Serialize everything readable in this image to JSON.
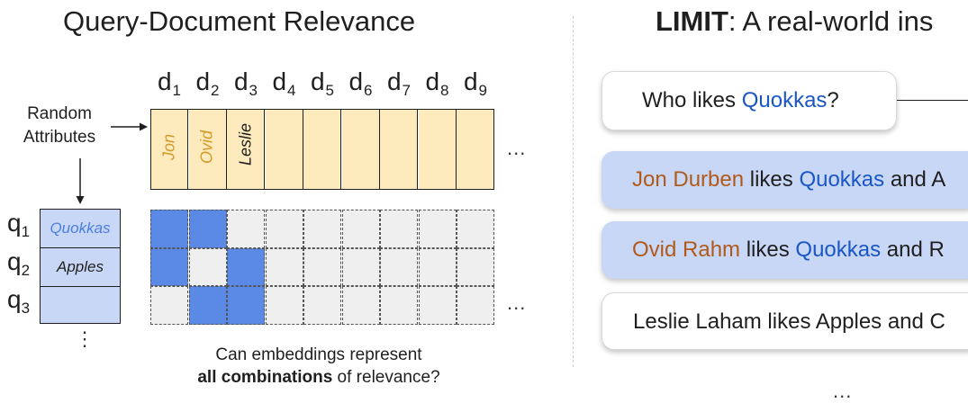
{
  "left_title": "Query-Document Relevance",
  "right_title": {
    "bold": "LIMIT",
    "rest": ": A real-world ins"
  },
  "doc_labels": [
    {
      "base": "d",
      "sub": "1"
    },
    {
      "base": "d",
      "sub": "2"
    },
    {
      "base": "d",
      "sub": "3"
    },
    {
      "base": "d",
      "sub": "4"
    },
    {
      "base": "d",
      "sub": "5"
    },
    {
      "base": "d",
      "sub": "6"
    },
    {
      "base": "d",
      "sub": "7"
    },
    {
      "base": "d",
      "sub": "8"
    },
    {
      "base": "d",
      "sub": "9"
    }
  ],
  "attributes_label": "Random\nAttributes",
  "doc_attributes": [
    "Jon",
    "Ovid",
    "Leslie"
  ],
  "ellipsis": "...",
  "vertical_ellipsis": "⋮",
  "query_labels": [
    {
      "base": "q",
      "sub": "1"
    },
    {
      "base": "q",
      "sub": "2"
    },
    {
      "base": "q",
      "sub": "3"
    }
  ],
  "query_attributes": [
    "Quokkas",
    "Apples",
    ""
  ],
  "relevance_matrix": [
    [
      1,
      1,
      0,
      0,
      0,
      0,
      0,
      0,
      0
    ],
    [
      1,
      0,
      1,
      0,
      0,
      0,
      0,
      0,
      0
    ],
    [
      0,
      1,
      1,
      0,
      0,
      0,
      0,
      0,
      0
    ]
  ],
  "caption": {
    "line1": "Can embeddings represent",
    "bold": "all combinations",
    "rest": " of relevance?"
  },
  "example": {
    "query": {
      "pre": "Who likes ",
      "highlight": "Quokkas",
      "post": "?"
    },
    "docs": [
      {
        "name": "Jon Durben",
        "mid": " likes ",
        "highlight": "Quokkas",
        "post": " and A",
        "relevant": true
      },
      {
        "name": "Ovid Rahm",
        "mid": " likes ",
        "highlight": "Quokkas",
        "post": " and R",
        "relevant": true
      },
      {
        "name": "",
        "mid": "Leslie Laham likes Apples and C",
        "highlight": "",
        "post": "",
        "relevant": false
      }
    ]
  },
  "colors": {
    "attribute_fill": "#fdebbd",
    "query_fill": "#c9d7f7",
    "relevant_cell": "#5a8ae5",
    "empty_cell": "#efefef",
    "highlight_blue": "#1a56c4",
    "name_brown": "#b05a1a"
  }
}
